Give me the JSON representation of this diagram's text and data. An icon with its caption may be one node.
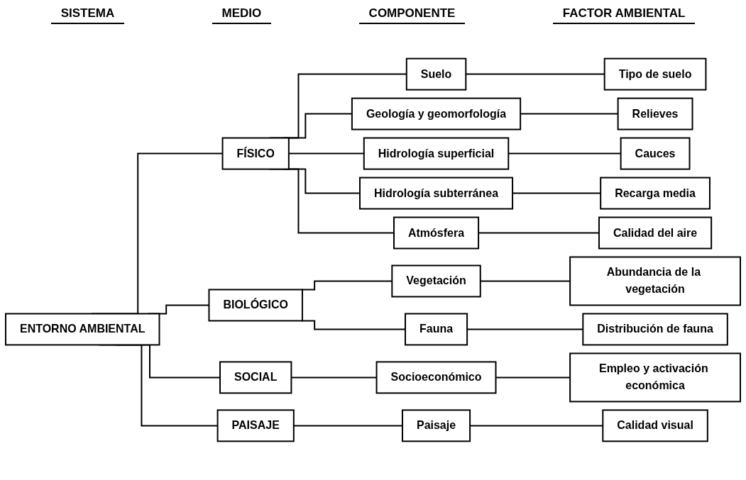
{
  "diagram": {
    "nodes": [
      {
        "text": [
          "ENTORNO AMBIENTAL"
        ]
      },
      {
        "text": [
          "FÍSICO"
        ]
      },
      {
        "text": [
          "BIOLÓGICO"
        ]
      },
      {
        "text": [
          "SOCIAL"
        ]
      },
      {
        "text": [
          "PAISAJE"
        ]
      },
      {
        "text": [
          "Suelo"
        ]
      },
      {
        "text": [
          "Geología y geomorfología"
        ]
      },
      {
        "text": [
          "Hidrología superficial"
        ]
      },
      {
        "text": [
          "Hidrología subterránea"
        ]
      },
      {
        "text": [
          "Atmósfera"
        ]
      },
      {
        "text": [
          "Vegetación"
        ]
      },
      {
        "text": [
          "Fauna"
        ]
      },
      {
        "text": [
          "Socioeconómico"
        ]
      },
      {
        "text": [
          "Paisaje"
        ]
      },
      {
        "text": [
          "Tipo de suelo"
        ]
      },
      {
        "text": [
          "Relieves"
        ]
      },
      {
        "text": [
          "Cauces"
        ]
      },
      {
        "text": [
          "Recarga media"
        ]
      },
      {
        "text": [
          "Calidad del aire"
        ]
      },
      {
        "text": [
          "Abundancia de la vegetación"
        ]
      },
      {
        "text": [
          "Distribución de fauna"
        ]
      },
      {
        "text": [
          "Empleo y activación económica"
        ]
      },
      {
        "text": [
          "Calidad visual"
        ]
      }
    ],
    "edges": [
      {
        "from": 0,
        "to": 1,
        "arrow": "none"
      },
      {
        "from": 0,
        "to": 2,
        "arrow": "none"
      },
      {
        "from": 0,
        "to": 3,
        "arrow": "none"
      },
      {
        "from": 0,
        "to": 4,
        "arrow": "none"
      },
      {
        "from": 1,
        "to": 5,
        "arrow": "none"
      },
      {
        "from": 1,
        "to": 6,
        "arrow": "none"
      },
      {
        "from": 1,
        "to": 7,
        "arrow": "none"
      },
      {
        "from": 1,
        "to": 8,
        "arrow": "none"
      },
      {
        "from": 1,
        "to": 9,
        "arrow": "none"
      },
      {
        "from": 2,
        "to": 10,
        "arrow": "none"
      },
      {
        "from": 2,
        "to": 11,
        "arrow": "none"
      },
      {
        "from": 3,
        "to": 12,
        "arrow": "none"
      },
      {
        "from": 4,
        "to": 13,
        "arrow": "none"
      },
      {
        "from": 5,
        "to": 14,
        "arrow": "none"
      },
      {
        "from": 6,
        "to": 15,
        "arrow": "none"
      },
      {
        "from": 7,
        "to": 16,
        "arrow": "none"
      },
      {
        "from": 8,
        "to": 17,
        "arrow": "none"
      },
      {
        "from": 9,
        "to": 18,
        "arrow": "none"
      },
      {
        "from": 10,
        "to": 19,
        "arrow": "none"
      },
      {
        "from": 11,
        "to": 20,
        "arrow": "none"
      },
      {
        "from": 12,
        "to": 21,
        "arrow": "none"
      },
      {
        "from": 13,
        "to": 22,
        "arrow": "none"
      }
    ],
    "labels": [
      "SISTEMA",
      "MEDIO",
      "COMPONENTE",
      "FACTOR AMBIENTAL"
    ]
  }
}
